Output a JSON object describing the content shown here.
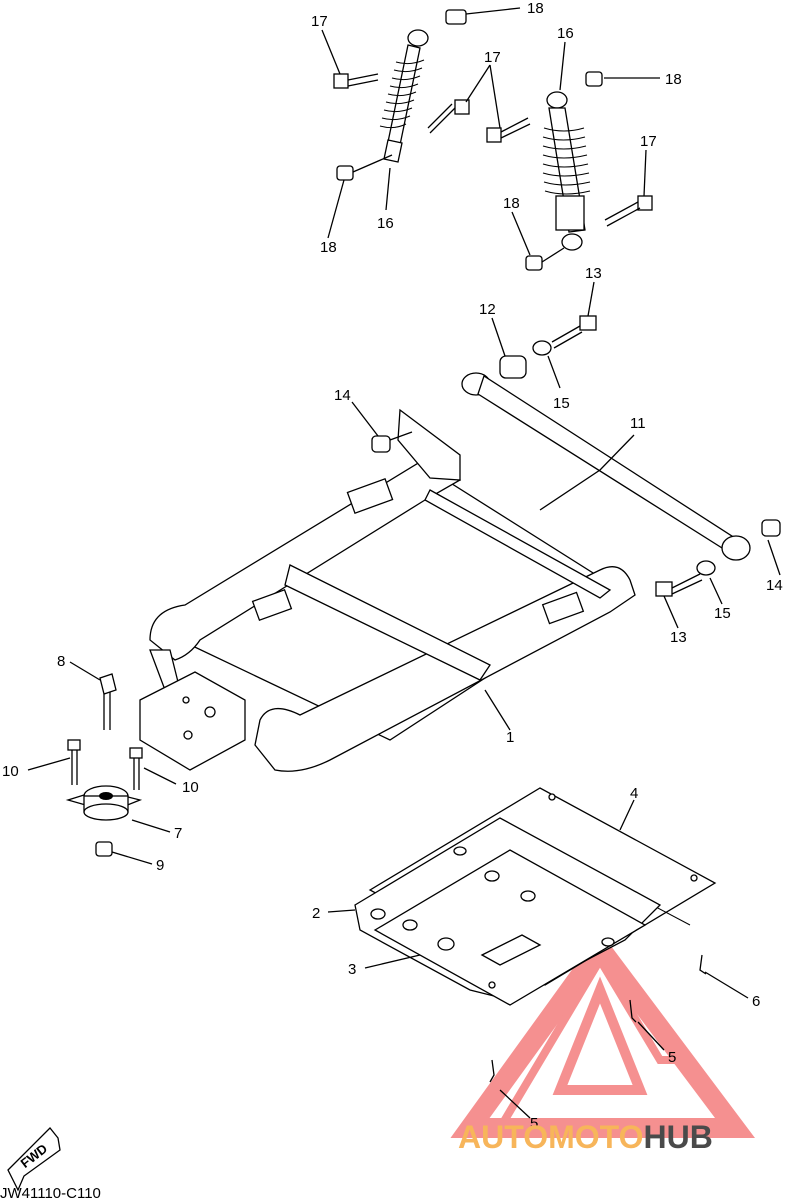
{
  "diagram": {
    "code": "JW41110-C110",
    "fwd_label": "FWD",
    "labels": {
      "p1": "1",
      "p2": "2",
      "p3": "3",
      "p4": "4",
      "p5a": "5",
      "p5b": "5",
      "p6": "6",
      "p7": "7",
      "p8": "8",
      "p9": "9",
      "p10a": "10",
      "p10b": "10",
      "p11": "11",
      "p12": "12",
      "p13a": "13",
      "p13b": "13",
      "p14a": "14",
      "p14b": "14",
      "p15a": "15",
      "p15b": "15",
      "p16a": "16",
      "p16b": "16",
      "p17a": "17",
      "p17b": "17",
      "p17c": "17",
      "p18a": "18",
      "p18b": "18",
      "p18c": "18",
      "p18d": "18"
    }
  },
  "watermark": {
    "brand": "AUTOMOTOHUB",
    "colors": {
      "auto": "#f7b55a",
      "moto": "#f7b55a",
      "hub": "#4a4a4a",
      "logo": "#f47d7d"
    }
  }
}
